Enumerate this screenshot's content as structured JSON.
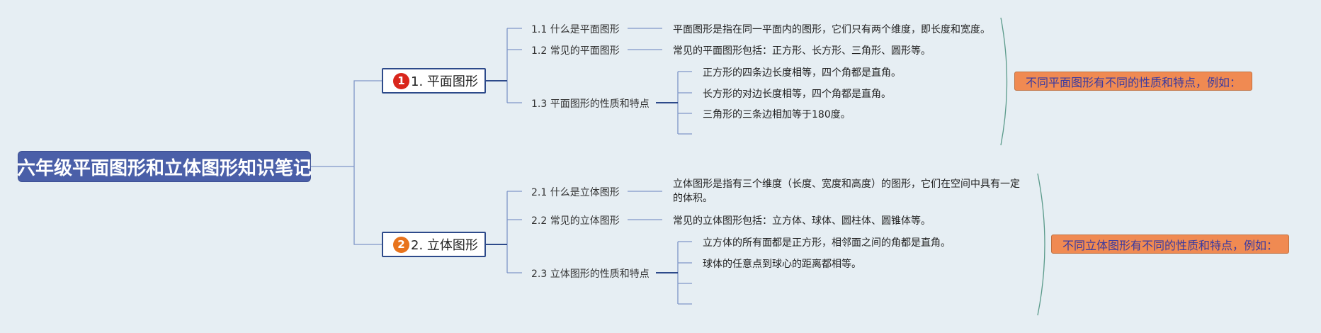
{
  "root": {
    "title": "六年级平面图形和立体图形知识笔记"
  },
  "branches": [
    {
      "number": "1",
      "label": "1. 平面图形",
      "badge_color": "#d9261c",
      "subs": [
        {
          "label": "1.1 什么是平面图形",
          "leaves": [
            "平面图形是指在同一平面内的图形，它们只有两个维度，即长度和宽度。"
          ]
        },
        {
          "label": "1.2 常见的平面图形",
          "leaves": [
            "常见的平面图形包括：正方形、长方形、三角形、圆形等。"
          ]
        },
        {
          "label": "1.3 平面图形的性质和特点",
          "leaves": [
            "正方形的四条边长度相等，四个角都是直角。",
            "长方形的对边长度相等，四个角都是直角。",
            "三角形的三条边相加等于180度。",
            ""
          ]
        }
      ],
      "summary": "不同平面图形有不同的性质和特点，例如："
    },
    {
      "number": "2",
      "label": "2. 立体图形",
      "badge_color": "#e8731c",
      "subs": [
        {
          "label": "2.1 什么是立体图形",
          "leaves": [
            "立体图形是指有三个维度（长度、宽度和高度）的图形，它们在空间中具有一定的体积。"
          ]
        },
        {
          "label": "2.2 常见的立体图形",
          "leaves": [
            "常见的立体图形包括：立方体、球体、圆柱体、圆锥体等。"
          ]
        },
        {
          "label": "2.3 立体图形的性质和特点",
          "leaves": [
            "立方体的所有面都是正方形，相邻面之间的角都是直角。",
            "球体的任意点到球心的距离都相等。",
            "",
            ""
          ]
        }
      ],
      "summary": "不同立体图形有不同的性质和特点，例如："
    }
  ],
  "colors": {
    "background": "#e6eef3",
    "root_fill": "#4a5fa8",
    "branch_border": "#2d4a8a",
    "summary_fill": "#f08a52",
    "summary_text": "#3a3aa0",
    "bracket": "#5a9a8a"
  }
}
